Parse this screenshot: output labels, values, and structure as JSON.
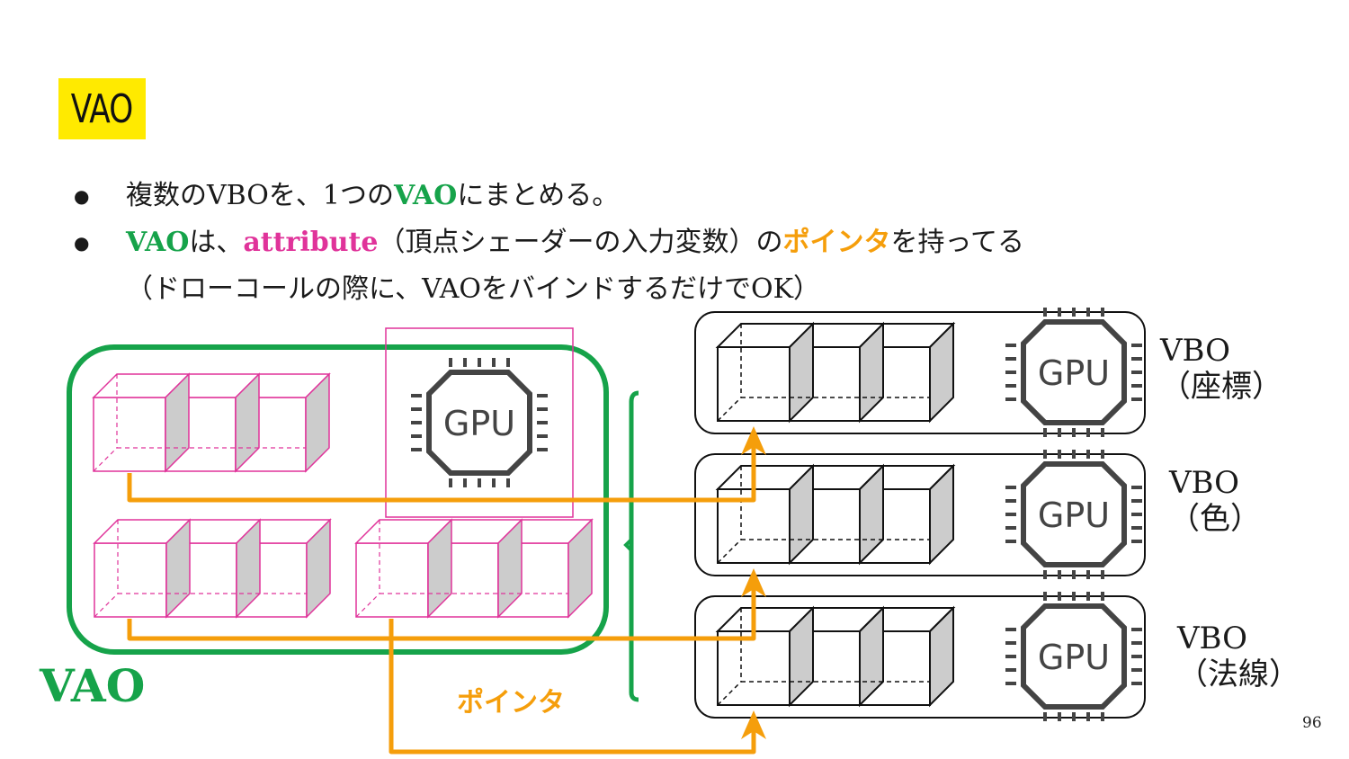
{
  "slide": {
    "title": "VAO",
    "page_number": "96"
  },
  "bullets": {
    "line1": {
      "a": "複数のVBOを、1つの",
      "b": "VAO",
      "c": "にまとめる。"
    },
    "line2": {
      "a": "VAO",
      "b": "は、",
      "c": "attribute",
      "d": "（頂点シェーダーの入力変数）の",
      "e": "ポインタ",
      "f": "を持ってる"
    },
    "line3": "（ドローコールの際に、VAOをバインドするだけでOK）"
  },
  "diagram": {
    "vao_label": "VAO",
    "pointer_label": "ポインタ",
    "gpu_text": "GPU",
    "vbo_labels": [
      {
        "name": "VBO",
        "sub": "（座標）"
      },
      {
        "name": "VBO",
        "sub": "（色）"
      },
      {
        "name": "VBO",
        "sub": "（法線）"
      }
    ],
    "colors": {
      "green": "#16a34a",
      "pink": "#e0339a",
      "orange": "#f59e0b",
      "yellow": "#ffea00"
    }
  }
}
